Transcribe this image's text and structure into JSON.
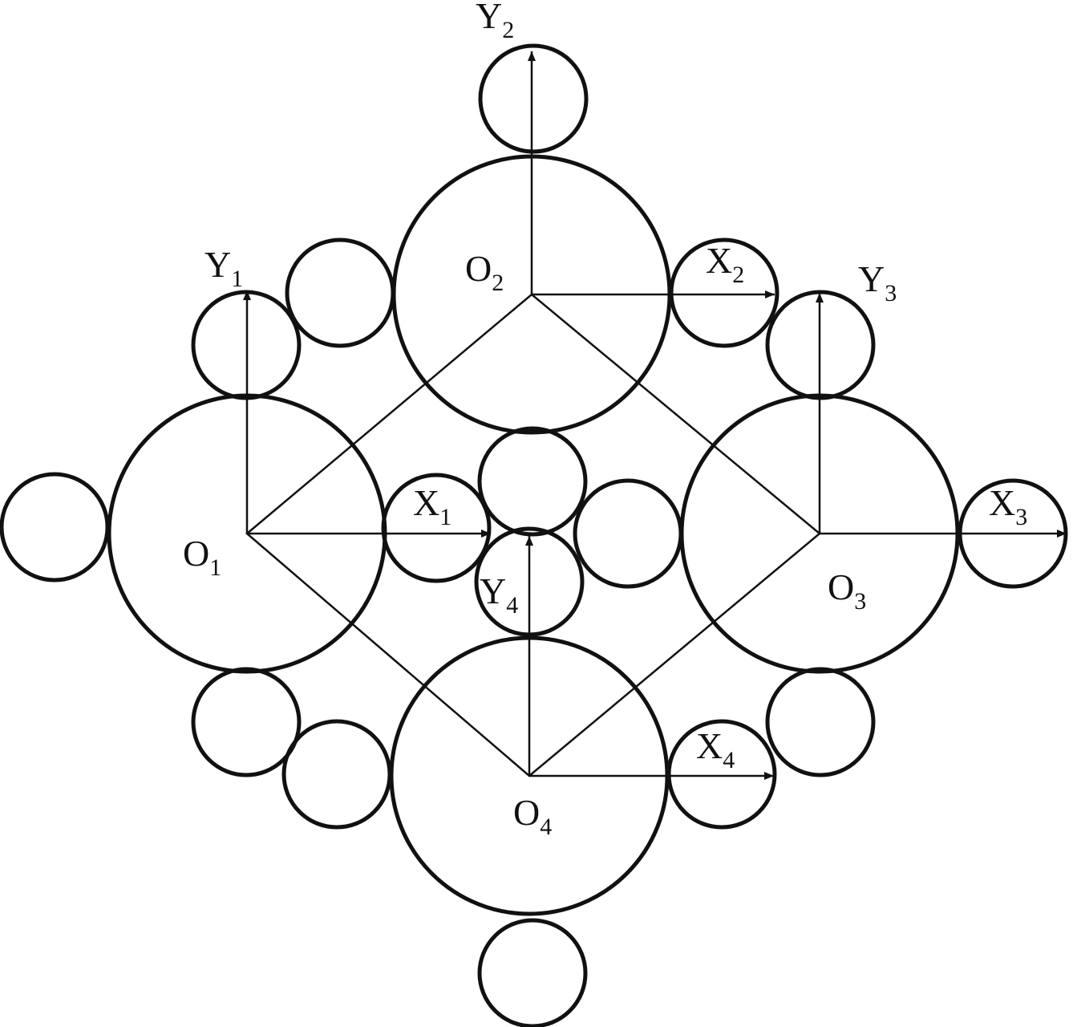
{
  "colors": {
    "stroke": "#111111",
    "background": "#ffffff"
  },
  "frames": [
    {
      "id": "1",
      "origin": {
        "letter": "O",
        "sub": "1"
      },
      "x_axis": {
        "letter": "X",
        "sub": "1"
      },
      "y_axis": {
        "letter": "Y",
        "sub": "1"
      }
    },
    {
      "id": "2",
      "origin": {
        "letter": "O",
        "sub": "2"
      },
      "x_axis": {
        "letter": "X",
        "sub": "2"
      },
      "y_axis": {
        "letter": "Y",
        "sub": "2"
      }
    },
    {
      "id": "3",
      "origin": {
        "letter": "O",
        "sub": "3"
      },
      "x_axis": {
        "letter": "X",
        "sub": "3"
      },
      "y_axis": {
        "letter": "Y",
        "sub": "3"
      }
    },
    {
      "id": "4",
      "origin": {
        "letter": "O",
        "sub": "4"
      },
      "x_axis": {
        "letter": "X",
        "sub": "4"
      },
      "y_axis": {
        "letter": "Y",
        "sub": "4"
      }
    }
  ]
}
